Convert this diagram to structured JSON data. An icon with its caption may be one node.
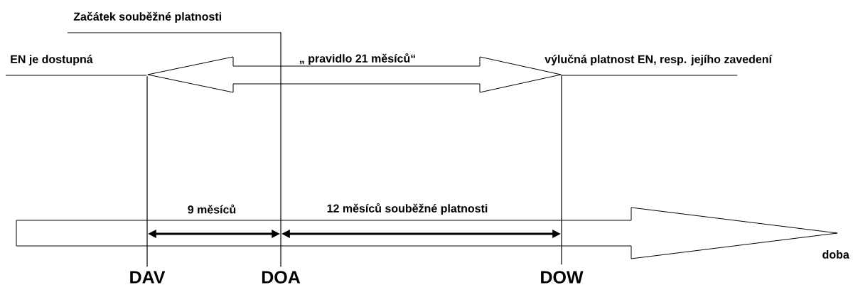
{
  "diagram": {
    "nodes": [
      {
        "text": [
          "Začátek souběžné platnosti"
        ]
      },
      {
        "text": [
          "EN je dostupná"
        ]
      },
      {
        "text": [
          "výlučná platnost EN, resp. jejího zavedení"
        ]
      },
      {
        "text": [],
        "shape": "bar"
      },
      {
        "text": [],
        "shape": "bar"
      },
      {
        "text": [],
        "shape": "bar"
      }
    ],
    "edges": [
      {
        "from": 3,
        "to": 4,
        "arrow": "both",
        "label": "9 měsíců",
        "style": "thick"
      },
      {
        "from": 4,
        "to": 5,
        "arrow": "both",
        "label": "12 měsíců souběžné platnosti",
        "style": "thick"
      },
      {
        "from": 3,
        "to": 5,
        "arrow": "both",
        "label": "„ pravidlo 21 měsíců“"
      },
      {
        "from": 0,
        "to": 4,
        "arrow": "none"
      },
      {
        "from": 1,
        "to": 3,
        "arrow": "none"
      },
      {
        "from": 5,
        "to": 2,
        "arrow": "none"
      }
    ],
    "labels": [
      "doba",
      "DAV",
      "DOA",
      "DOW"
    ]
  }
}
